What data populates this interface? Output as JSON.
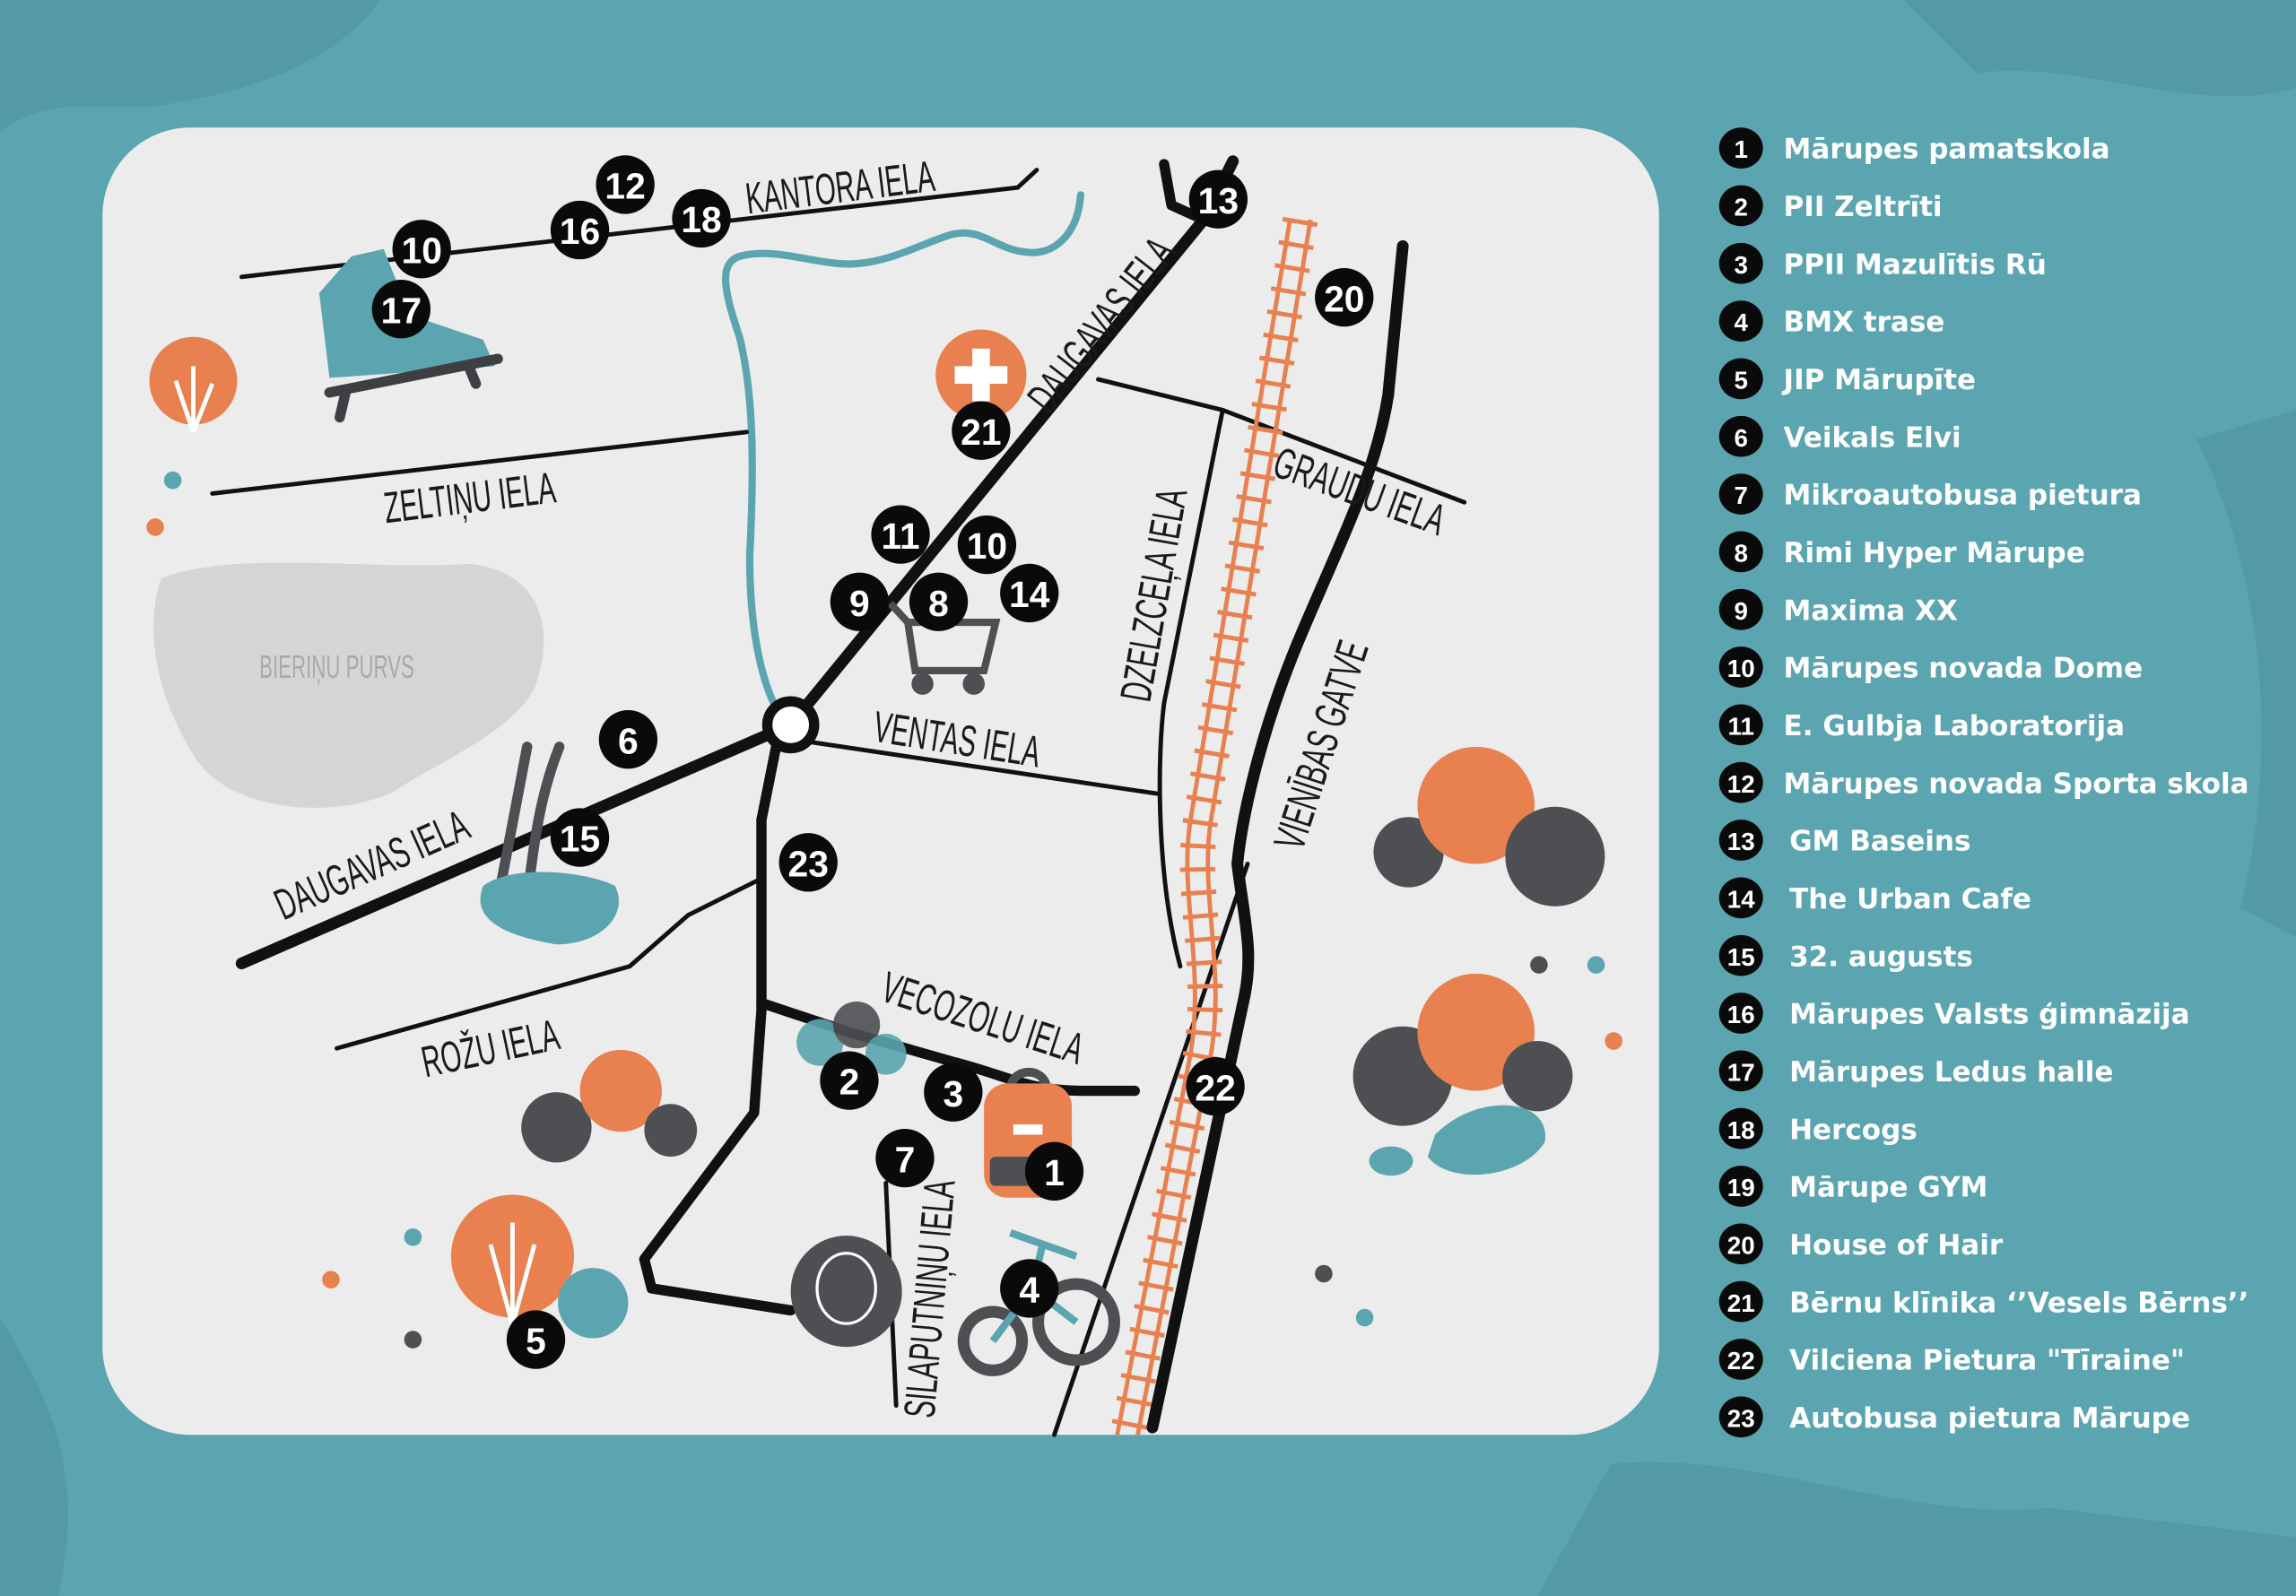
{
  "colors": {
    "background": "#5ba5b0",
    "map_panel": "#ececec",
    "road": "#111111",
    "river": "#5ba5b0",
    "railway": "#e8804f",
    "accent_orange": "#e8804f",
    "dark_gray": "#4d4f52",
    "lake": "#d5d5d5"
  },
  "map": {
    "streets": {
      "kantora": "KANTORA IELA",
      "daugavas_upper": "DAUGAVAS IELA",
      "zeltinu": "ZELTIŅU IELA",
      "ventas": "VENTAS IELA",
      "graudu": "GRAUDU IELA",
      "dzelzcela": "DZELZCEĻA IELA",
      "vienibas": "VIENĪBAS GATVE",
      "daugavas_lower": "DAUGAVAS IELA",
      "rozu": "ROŽU IELA",
      "vecozolu": "VECOZOLU IELA",
      "silaputninu": "SILAPUTNIŅU IELA"
    },
    "lake_label": "BIERIŅU PURVS",
    "markers": [
      "10",
      "17",
      "16",
      "12",
      "18",
      "13",
      "20",
      "21",
      "11",
      "10",
      "9",
      "8",
      "14",
      "6",
      "15",
      "23",
      "2",
      "3",
      "7",
      "1",
      "4",
      "5",
      "22"
    ]
  },
  "legend": [
    {
      "num": "1",
      "label": "Mārupes pamatskola"
    },
    {
      "num": "2",
      "label": "PII Zeltrīti"
    },
    {
      "num": "3",
      "label": "PPII Mazulītis Rū"
    },
    {
      "num": "4",
      "label": "BMX trase"
    },
    {
      "num": "5",
      "label": "JIP Mārupīte"
    },
    {
      "num": "6",
      "label": "Veikals Elvi"
    },
    {
      "num": "7",
      "label": "Mikroautobusa pietura"
    },
    {
      "num": "8",
      "label": "Rimi Hyper Mārupe"
    },
    {
      "num": "9",
      "label": "Maxima XX"
    },
    {
      "num": "10",
      "label": "Mārupes novada Dome"
    },
    {
      "num": "11",
      "label": "E. Gulbja Laboratorija"
    },
    {
      "num": "12",
      "label": "Mārupes novada Sporta skola"
    },
    {
      "num": "13",
      "label": "GM Baseins"
    },
    {
      "num": "14",
      "label": "The Urban Cafe"
    },
    {
      "num": "15",
      "label": "32. augusts"
    },
    {
      "num": "16",
      "label": "Mārupes Valsts ģimnāzija"
    },
    {
      "num": "17",
      "label": "Mārupes Ledus halle"
    },
    {
      "num": "18",
      "label": "Hercogs"
    },
    {
      "num": "19",
      "label": "Mārupe GYM"
    },
    {
      "num": "20",
      "label": "House of Hair"
    },
    {
      "num": "21",
      "label": "Bērnu klīnika ‘’Vesels Bērns’’"
    },
    {
      "num": "22",
      "label": "Vilciena Pietura \"Tīraine\""
    },
    {
      "num": "23",
      "label": "Autobusa pietura Mārupe"
    }
  ]
}
